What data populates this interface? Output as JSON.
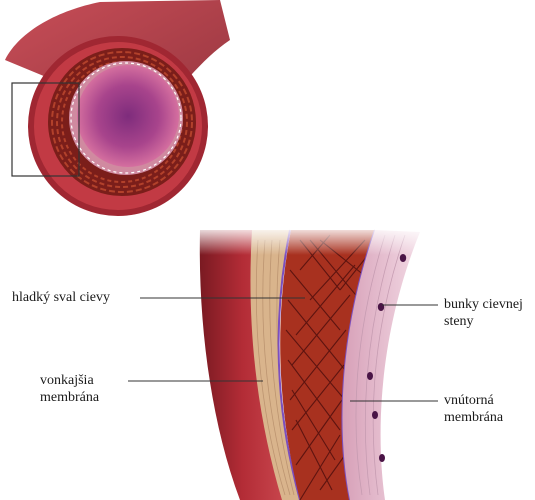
{
  "labels": {
    "smooth_muscle": {
      "line1": "hladký sval cievy"
    },
    "outer_membrane": {
      "line1": "vonkajšia",
      "line2": "membrána"
    },
    "wall_cells": {
      "line1": "bunky cievnej",
      "line2": "steny"
    },
    "inner_membrane": {
      "line1": "vnútorná",
      "line2": "membrána"
    }
  },
  "colors": {
    "adventitia": "#8e1d24",
    "muscle": "#a8311f",
    "muscle_dark": "#5e1410",
    "outer_layer": "#d9b48c",
    "membrane": "#7b4fbf",
    "lumen": "#b0458c",
    "cell_nucleus": "#4a1446"
  }
}
